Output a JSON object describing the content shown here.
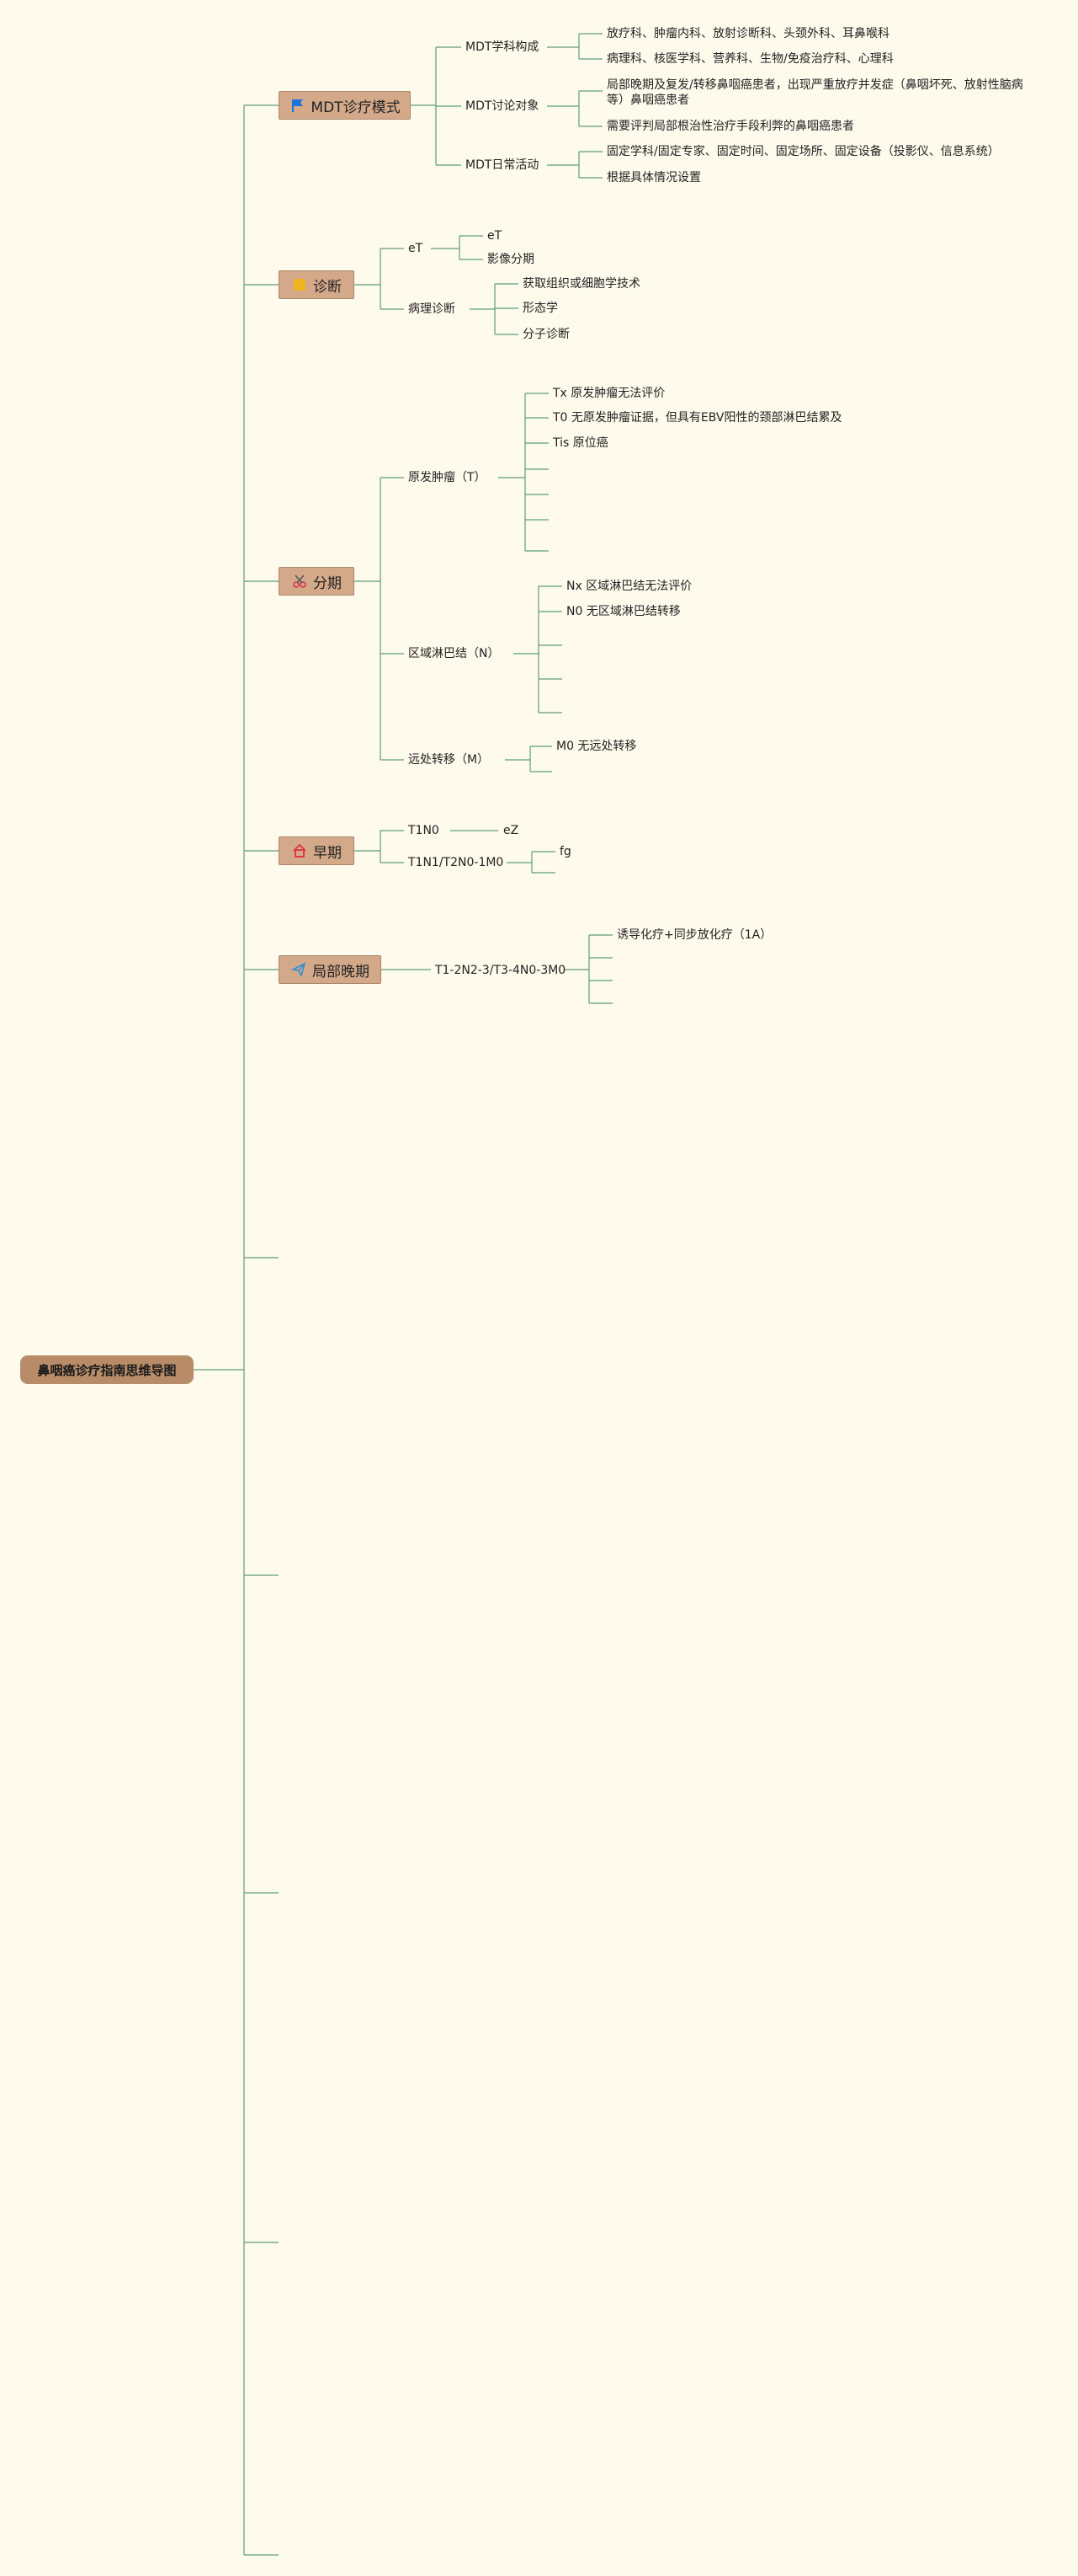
{
  "root": {
    "label": "鼻咽癌诊疗指南思维导图"
  },
  "branches": {
    "mdt": {
      "label": "MDT诊疗模式",
      "icon": "blue-flag-icon",
      "children": [
        {
          "label": "MDT学科构成",
          "leaves": [
            "放疗科、肿瘤内科、放射诊断科、头颈外科、耳鼻喉科",
            "病理科、核医学科、营养科、生物/免疫治疗科、心理科"
          ]
        },
        {
          "label": "MDT讨论对象",
          "leaves": [
            "局部晚期及复发/转移鼻咽癌患者，出现严重放疗并发症（鼻咽坏死、放射性脑病等）鼻咽癌患者",
            "需要评判局部根治性治疗手段利弊的鼻咽癌患者"
          ]
        },
        {
          "label": "MDT日常活动",
          "leaves": [
            "固定学科/固定专家、固定时间、固定场所、固定设备（投影仪、信息系统）",
            "根据具体情况设置"
          ]
        }
      ]
    },
    "diagnosis": {
      "label": "诊断",
      "icon": "yellow-square-icon",
      "children": [
        {
          "label": "eT",
          "leaves": [
            "eT",
            "影像分期"
          ]
        },
        {
          "label": "病理诊断",
          "leaves": [
            "获取组织或细胞学技术",
            "形态学",
            "分子诊断"
          ]
        }
      ]
    },
    "staging": {
      "label": "分期",
      "icon": "scissors-icon",
      "children": [
        {
          "label": "原发肿瘤（T）",
          "leaves": [
            "Tx 原发肿瘤无法评价",
            "T0 无原发肿瘤证据，但具有EBV阳性的颈部淋巴结累及",
            "Tis 原位癌"
          ]
        },
        {
          "label": "区域淋巴结（N）",
          "leaves": [
            "Nx 区域淋巴结无法评价",
            "N0 无区域淋巴结转移"
          ]
        },
        {
          "label": "远处转移（M）",
          "leaves": [
            "M0 无远处转移"
          ]
        }
      ]
    },
    "early": {
      "label": "早期",
      "icon": "red-house-icon",
      "children": [
        {
          "label": "T1N0",
          "leaves": [
            "eZ"
          ]
        },
        {
          "label": "T1N1/T2N0-1M0",
          "leaves": [
            "fg"
          ]
        }
      ]
    },
    "locally_advanced": {
      "label": "局部晚期",
      "icon": "paper-plane-icon",
      "children": [
        {
          "label": "T1-2N2-3/T3-4N0-3M0",
          "leaves": [
            "诱导化疗+同步放化疗（1A）"
          ]
        }
      ]
    }
  },
  "colors": {
    "background": "#fefaec",
    "line": "#5f9e7a",
    "root_fill": "#b88c68",
    "branch_fill": "#d4a98a"
  }
}
